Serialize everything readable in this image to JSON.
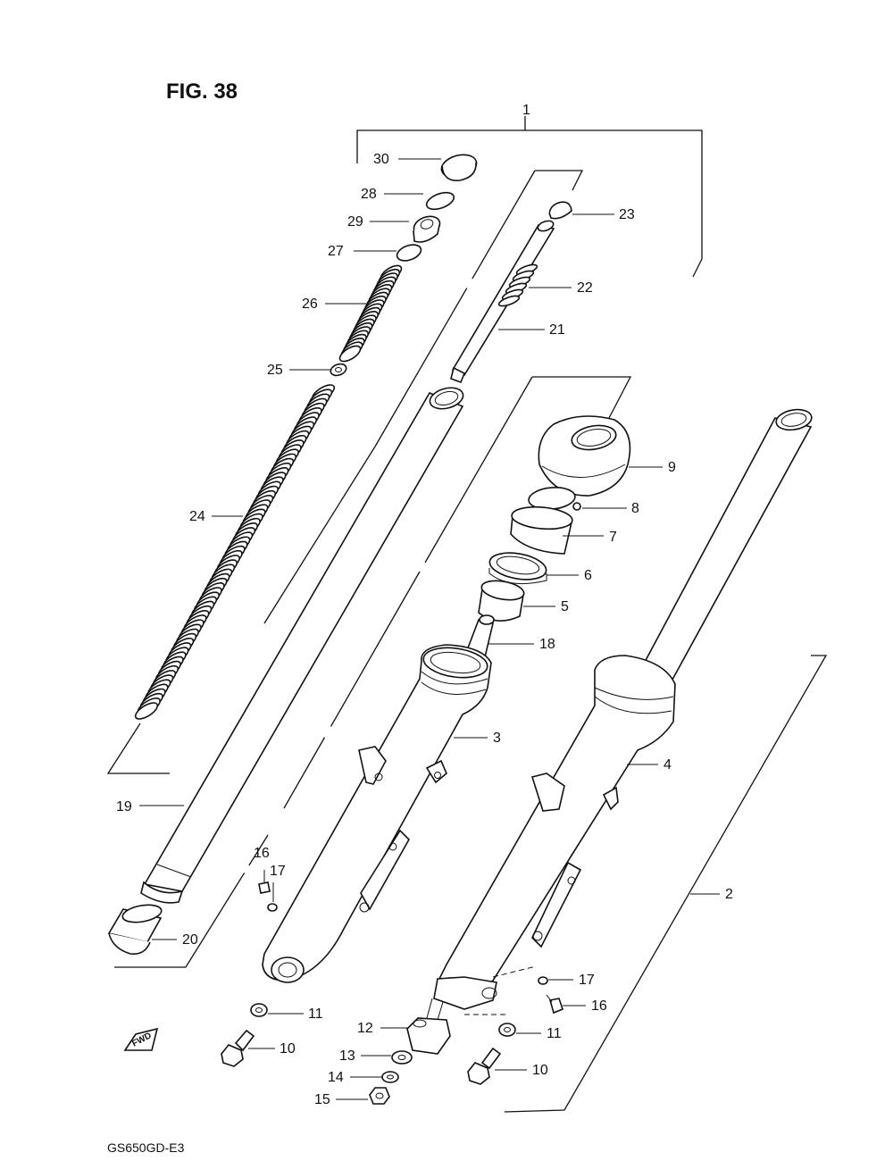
{
  "figure": {
    "title": "FIG. 38",
    "footer": "GS650GD-E3",
    "fwd_label": "FWD"
  },
  "callouts": [
    {
      "id": "c1",
      "number": "1"
    },
    {
      "id": "c2",
      "number": "2"
    },
    {
      "id": "c3",
      "number": "3"
    },
    {
      "id": "c4",
      "number": "4"
    },
    {
      "id": "c5",
      "number": "5"
    },
    {
      "id": "c6",
      "number": "6"
    },
    {
      "id": "c7",
      "number": "7"
    },
    {
      "id": "c8",
      "number": "8"
    },
    {
      "id": "c9",
      "number": "9"
    },
    {
      "id": "c10a",
      "number": "10"
    },
    {
      "id": "c10b",
      "number": "10"
    },
    {
      "id": "c11a",
      "number": "11"
    },
    {
      "id": "c11b",
      "number": "11"
    },
    {
      "id": "c12",
      "number": "12"
    },
    {
      "id": "c13",
      "number": "13"
    },
    {
      "id": "c14",
      "number": "14"
    },
    {
      "id": "c15",
      "number": "15"
    },
    {
      "id": "c16a",
      "number": "16"
    },
    {
      "id": "c16b",
      "number": "16"
    },
    {
      "id": "c17a",
      "number": "17"
    },
    {
      "id": "c17b",
      "number": "17"
    },
    {
      "id": "c18",
      "number": "18"
    },
    {
      "id": "c19",
      "number": "19"
    },
    {
      "id": "c20",
      "number": "20"
    },
    {
      "id": "c21",
      "number": "21"
    },
    {
      "id": "c22",
      "number": "22"
    },
    {
      "id": "c23",
      "number": "23"
    },
    {
      "id": "c24",
      "number": "24"
    },
    {
      "id": "c25",
      "number": "25"
    },
    {
      "id": "c26",
      "number": "26"
    },
    {
      "id": "c27",
      "number": "27"
    },
    {
      "id": "c28",
      "number": "28"
    },
    {
      "id": "c29",
      "number": "29"
    },
    {
      "id": "c30",
      "number": "30"
    }
  ]
}
